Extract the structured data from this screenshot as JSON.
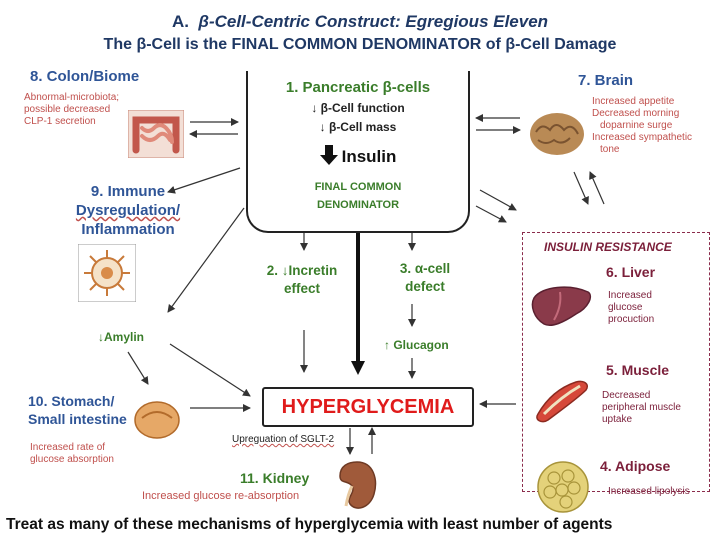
{
  "title": {
    "prefix": "A.",
    "main": "β-Cell-Centric Construct: Egregious Eleven",
    "subtitle": "The β-Cell is the FINAL COMMON DENOMINATOR of β-Cell Damage"
  },
  "center": {
    "title": "1. Pancreatic β-cells",
    "line1": "↓ β-Cell function",
    "line2": "↓ β-Cell mass",
    "insulin": "Insulin",
    "final1": "FINAL COMMON",
    "final2": "DENOMINATOR"
  },
  "colon": {
    "title": "8. Colon/Biome",
    "note1": "Abnormal-microbiota;",
    "note2": "possible decreased",
    "note3": "CLP-1 secretion",
    "icon": "colon-icon"
  },
  "immune": {
    "title1": "9.  Immune",
    "title2": "Dysregulation/",
    "title3": "Inflammation",
    "icon": "immune-cell-icon"
  },
  "brain": {
    "title": "7. Brain",
    "note1": "Increased  appetite",
    "note2": "Decreased morning",
    "note3": "doparnine surge",
    "note4": "Increased sympathetic",
    "note5": "tone",
    "icon": "brain-icon"
  },
  "incretin": {
    "line1": "2. ↓Incretin",
    "line2": "effect"
  },
  "alpha": {
    "line1": "3. α-cell",
    "line2": "defect",
    "glucagon": "↑ Glucagon"
  },
  "amylin": "↓Amylin",
  "stomach": {
    "title1": "10. Stomach/",
    "title2": "Small intestine",
    "note1": "Increased rate of",
    "note2": "glucose absorption",
    "icon": "stomach-icon"
  },
  "hyperglycemia": "HYPERGLYCEMIA",
  "sglt2": "Upreguation of SGLT-2",
  "kidney": {
    "title": "11. Kidney",
    "note": "Increased glucose re-absorption",
    "icon": "kidney-icon"
  },
  "insulin_resistance": {
    "title": "INSULIN RESISTANCE",
    "liver": {
      "title": "6. Liver",
      "note1": "Increased",
      "note2": "glucose",
      "note3": "procuction",
      "icon": "liver-icon"
    },
    "muscle": {
      "title": "5. Muscle",
      "note1": "Decreased",
      "note2": "peripheral muscle",
      "note3": "uptake",
      "icon": "muscle-icon"
    },
    "adipose": {
      "title": "4. Adipose",
      "note": "Increased lipolysis",
      "icon": "adipose-icon"
    }
  },
  "footer": "Treat as many of these mechanisms of hyperglycemia with least number of agents",
  "colors": {
    "title_blue": "#1f3864",
    "heading_blue": "#2f5597",
    "green": "#3a7d2a",
    "maroon": "#7b1f3a",
    "red": "#c0504d",
    "hyper_red": "#e01b1b"
  }
}
